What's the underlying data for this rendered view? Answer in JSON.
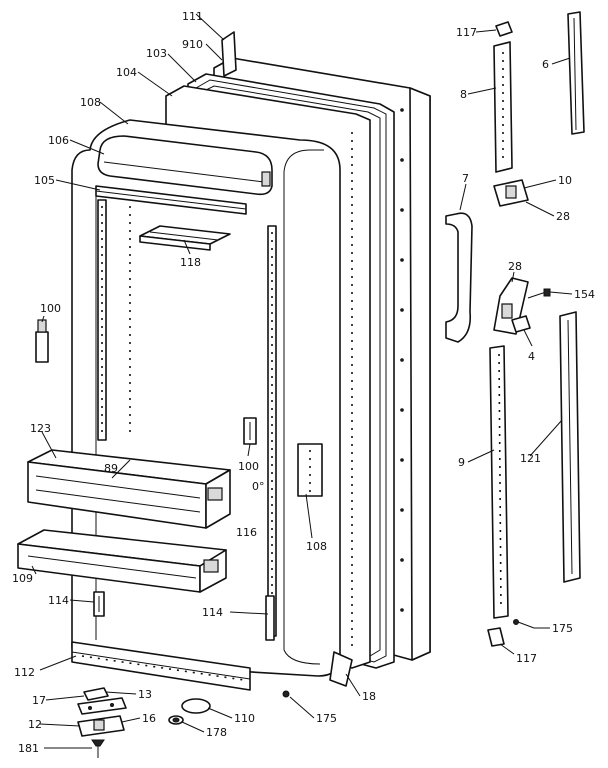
{
  "diagram": {
    "colors": {
      "ink": "#111111",
      "paper": "#ffffff"
    },
    "callouts": [
      {
        "id": "c111",
        "text": "111"
      },
      {
        "id": "c910",
        "text": "910"
      },
      {
        "id": "c103",
        "text": "103"
      },
      {
        "id": "c104",
        "text": "104"
      },
      {
        "id": "c108a",
        "text": "108"
      },
      {
        "id": "c106",
        "text": "106"
      },
      {
        "id": "c105",
        "text": "105"
      },
      {
        "id": "c118",
        "text": "118"
      },
      {
        "id": "c100a",
        "text": "100"
      },
      {
        "id": "c123",
        "text": "123"
      },
      {
        "id": "c89",
        "text": "89"
      },
      {
        "id": "c100b",
        "text": "100"
      },
      {
        "id": "c0",
        "text": "0°"
      },
      {
        "id": "c116",
        "text": "116"
      },
      {
        "id": "c108b",
        "text": "108"
      },
      {
        "id": "c109",
        "text": "109"
      },
      {
        "id": "c114a",
        "text": "114"
      },
      {
        "id": "c114b",
        "text": "114"
      },
      {
        "id": "c112",
        "text": "112"
      },
      {
        "id": "c17",
        "text": "17"
      },
      {
        "id": "c13",
        "text": "13"
      },
      {
        "id": "c12",
        "text": "12"
      },
      {
        "id": "c16",
        "text": "16"
      },
      {
        "id": "c110",
        "text": "110"
      },
      {
        "id": "c178",
        "text": "178"
      },
      {
        "id": "c175a",
        "text": "175"
      },
      {
        "id": "c18",
        "text": "18"
      },
      {
        "id": "c181",
        "text": "181"
      },
      {
        "id": "c117a",
        "text": "117"
      },
      {
        "id": "c6",
        "text": "6"
      },
      {
        "id": "c8",
        "text": "8"
      },
      {
        "id": "c10",
        "text": "10"
      },
      {
        "id": "c28a",
        "text": "28"
      },
      {
        "id": "c7",
        "text": "7"
      },
      {
        "id": "c28b",
        "text": "28"
      },
      {
        "id": "c154",
        "text": "154"
      },
      {
        "id": "c4",
        "text": "4"
      },
      {
        "id": "c9",
        "text": "9"
      },
      {
        "id": "c121",
        "text": "121"
      },
      {
        "id": "c175b",
        "text": "175"
      },
      {
        "id": "c117b",
        "text": "117"
      }
    ]
  }
}
